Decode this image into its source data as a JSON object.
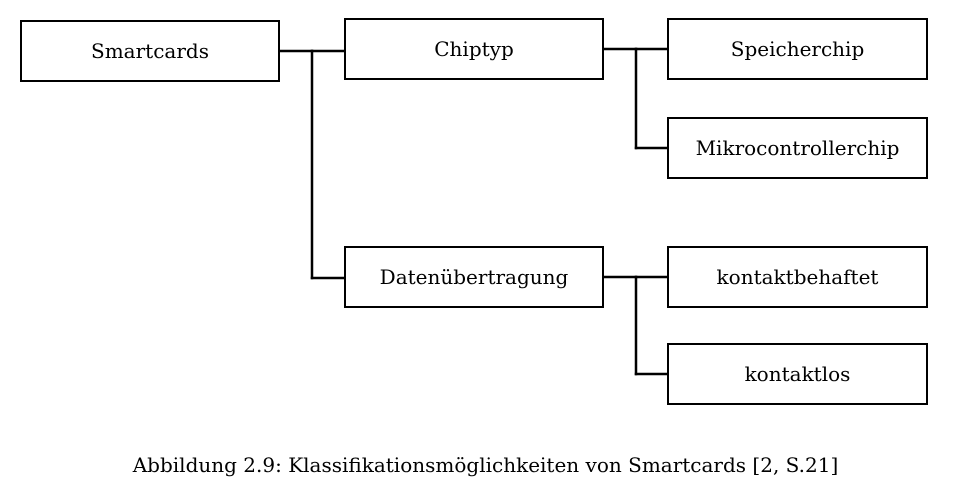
{
  "diagram": {
    "root": {
      "label": "Smartcards"
    },
    "branches": [
      {
        "label": "Chiptyp",
        "children": [
          "Speicherchip",
          "Mikrocontrollerchip"
        ]
      },
      {
        "label": "Datenübertragung",
        "children": [
          "kontaktbehaftet",
          "kontaktlos"
        ]
      }
    ],
    "line_color": "#000000"
  },
  "caption": "Abbildung 2.9: Klassifikationsmöglichkeiten von Smartcards [2, S.21]"
}
